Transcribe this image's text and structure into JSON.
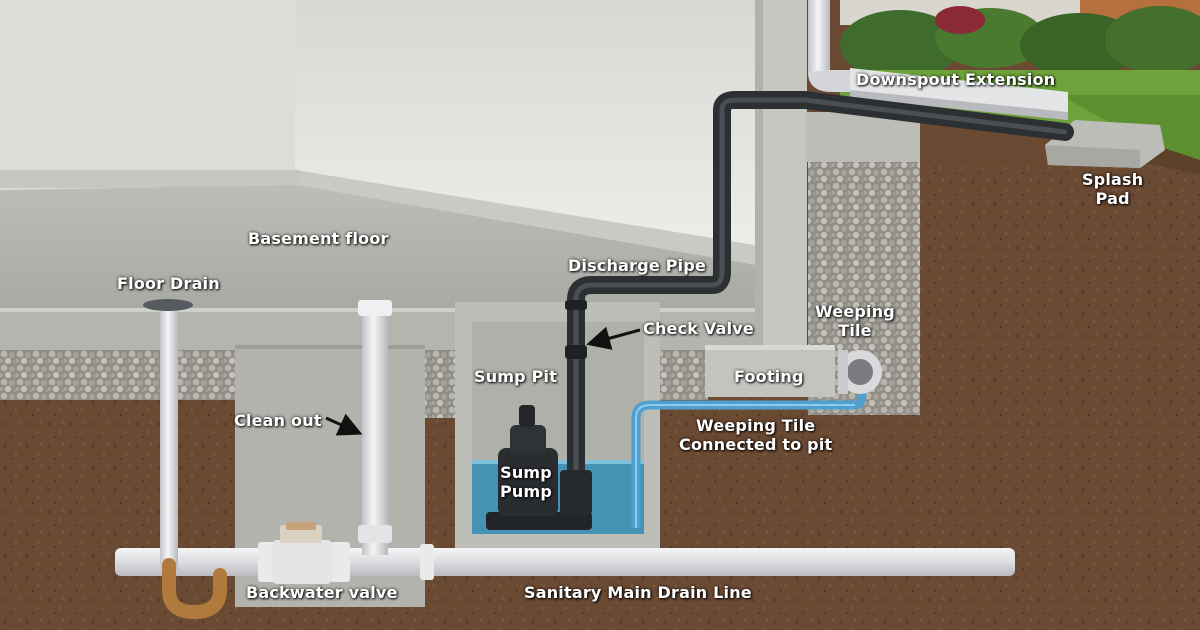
{
  "labels": {
    "downspout_extension": "Downspout Extension",
    "splash_pad": [
      "Splash",
      "Pad"
    ],
    "basement_floor": "Basement floor",
    "discharge_pipe": "Discharge Pipe",
    "floor_drain": "Floor Drain",
    "weeping_tile": [
      "Weeping",
      "Tile"
    ],
    "check_valve": "Check Valve",
    "sump_pit": "Sump Pit",
    "footing": "Footing",
    "clean_out": "Clean out",
    "weeping_tile_connected": [
      "Weeping Tile",
      "Connected to pit"
    ],
    "sump_pump": [
      "Sump",
      "Pump"
    ],
    "backwater_valve": "Backwater valve",
    "sanitary_main_drain_line": "Sanitary Main Drain Line"
  },
  "icons": {
    "check_valve_pointer": "arrow-icon",
    "clean_out_pointer": "arrow-icon"
  },
  "colors": {
    "label_text": "#ffffff",
    "soil": "#6b4a33",
    "concrete": "#b9b9b4",
    "wall": "#e3e3e0",
    "pvc_pipe": "#e6e7e8",
    "discharge_pipe": "#2d3033",
    "weeping_tile_pipe": "#4f9fcf",
    "sump_water": "#3b8fb5",
    "brass_trap": "#b07a3c",
    "grass": "#6ea33b"
  }
}
